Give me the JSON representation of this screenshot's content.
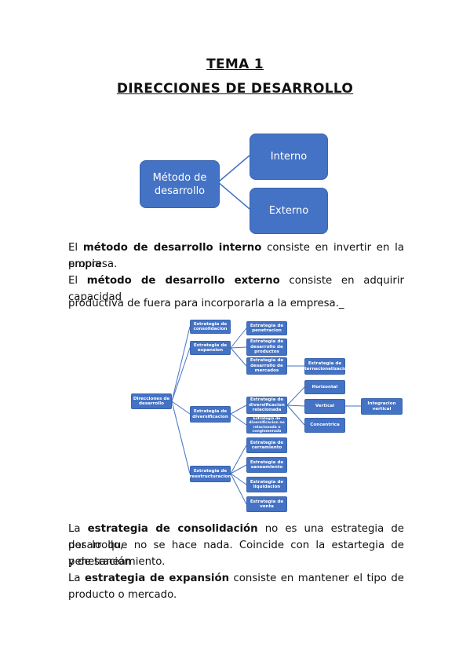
{
  "title": "TEMA 1",
  "subtitle": "DIRECCIONES DE DESARROLLO",
  "diagram1": {
    "root": "Método de desarrollo",
    "children": [
      "Interno",
      "Externo"
    ]
  },
  "para1": {
    "l1_pre": "El ",
    "l1_bold": "método de desarrollo interno",
    "l1_post": " consiste en invertir en la propia",
    "l2": "empresa.",
    "l3_pre": "El ",
    "l3_bold": "método de desarrollo externo",
    "l3_post": " consiste en adquirir capacidad",
    "l4": "productiva de fuera para incorporarla a la empresa._"
  },
  "diagram2": {
    "root": "Direcciones de desarrollo",
    "consolidacion": "Estrategia de consolidacion",
    "expansion": "Estrategia de expansion",
    "penetracion": "Estrategia de penetracion",
    "desarrollo_productos": "Estrategia de desarrollo de productos",
    "desarrollo_mercados": "Estrategia de desarrollo de mercados",
    "internacionalizacion": "Estrategia de internacionalizacion",
    "diversificacion": "Estrategia de diversificacion",
    "diversificacion_relacionada": "Estrategia de diversificacion relacionada",
    "diversificacion_no_relacionada": "Estrategia de diversificacion no relacionada o conglomerada",
    "horizontal": "Horizontal",
    "vertical": "Vertical",
    "concentrica": "Concentrica",
    "integracion_vertical": "Integracion vertical",
    "reestructuracion": "Estrategia de reestructuracion",
    "cerramiento": "Estrategia de cerramiento",
    "saneamiento": "Estrategia de saneamiento",
    "liquidacion": "Estrategia de liquidacion",
    "venta": "Estrategia de venta"
  },
  "para2": {
    "l1_pre": "La ",
    "l1_bold": "estrategia de consolidación",
    "l1_post": " no es una estrategia de desarrollo,",
    "l2": "por lo que no se hace nada. Coincide con la estartegia de penetración",
    "l3": "y de saneamiento.",
    "l4_pre": "La ",
    "l4_bold": "estrategia de expansión",
    "l4_post": " consiste en mantener el tipo de",
    "l5": "producto o mercado."
  },
  "colors": {
    "box": "#4472c4",
    "line": "#4472c4"
  }
}
